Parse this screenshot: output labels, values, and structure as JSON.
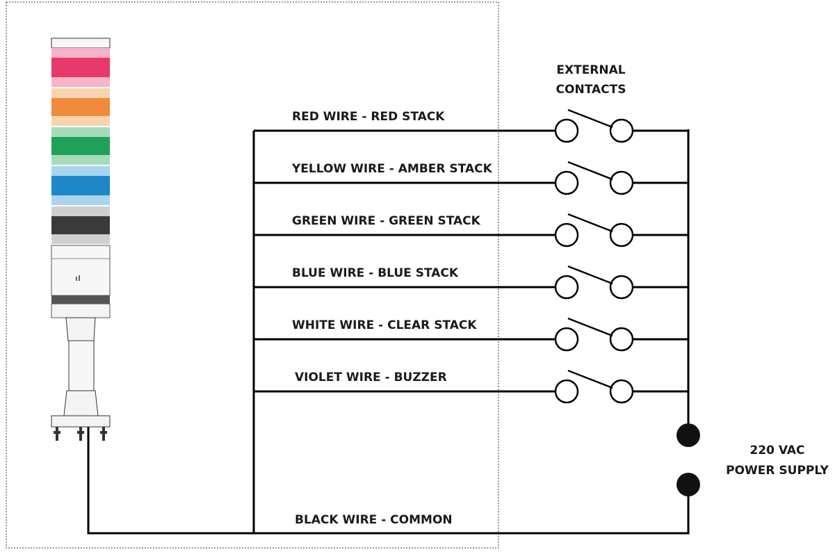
{
  "header": {
    "contacts_line1": "EXTERNAL",
    "contacts_line2": "CONTACTS"
  },
  "power_supply": {
    "line1": "220 VAC",
    "line2": "POWER SUPPLY"
  },
  "wires": [
    {
      "label": "RED WIRE - RED STACK",
      "color": "#e8396b"
    },
    {
      "label": "YELLOW WIRE - AMBER STACK",
      "color": "#f08a3c"
    },
    {
      "label": "GREEN WIRE - GREEN STACK",
      "color": "#1fa15a"
    },
    {
      "label": "BLUE WIRE - BLUE STACK",
      "color": "#1f86c8"
    },
    {
      "label": "WHITE WIRE - CLEAR STACK",
      "color": "#f2f2f2"
    },
    {
      "label": "VIOLET WIRE - BUZZER",
      "color": "#3a3a3a"
    }
  ],
  "common_wire": {
    "label": "BLACK WIRE - COMMON"
  }
}
